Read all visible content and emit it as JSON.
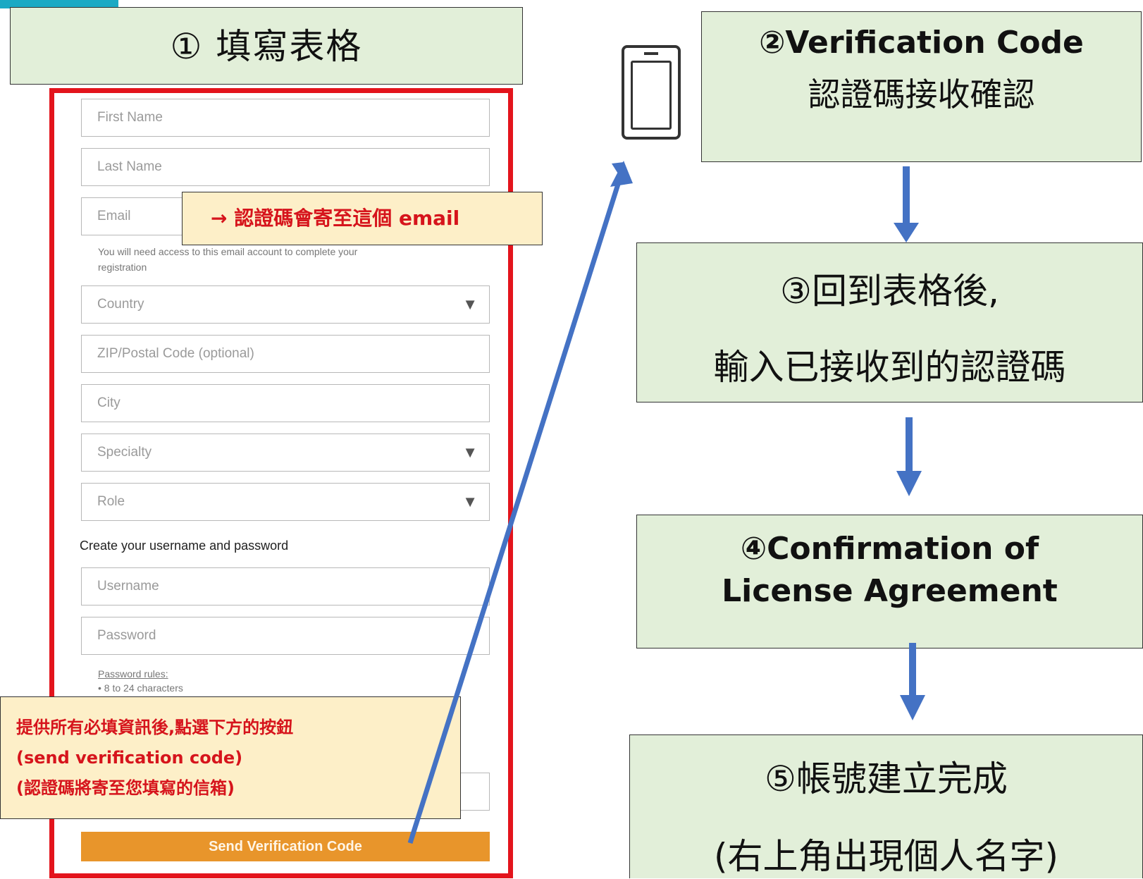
{
  "title": "① 填寫表格",
  "form": {
    "fields": {
      "first_name": "First Name",
      "last_name": "Last Name",
      "email": "Email",
      "email_hint_line1": "You will need access to this email account to complete your",
      "email_hint_line2": "registration",
      "country": "Country",
      "zip": "ZIP/Postal Code (optional)",
      "city": "City",
      "specialty": "Specialty",
      "role": "Role",
      "username": "Username",
      "password": "Password"
    },
    "section_label": "Create your username and password",
    "password_rules_title": "Password rules:",
    "password_rules_item": "• 8 to 24 characters",
    "dropdown_caret": "▼",
    "send_button": "Send Verification Code"
  },
  "callouts": {
    "email": "→   認證碼會寄至這個 email",
    "send_line1": "提供所有必填資訊後,點選下方的按鈕",
    "send_line2": "(send verification code)",
    "send_line3": "(認證碼將寄至您填寫的信箱)"
  },
  "steps": {
    "step2_en": "②Verification Code",
    "step2_zh": "認證碼接收確認",
    "step3_line1": "③回到表格後,",
    "step3_line2": "輸入已接收到的認證碼",
    "step4_line1": "④Confirmation of",
    "step4_line2": "License Agreement",
    "step5_line1": "⑤帳號建立完成",
    "step5_line2": "(右上角出現個人名字)"
  },
  "colors": {
    "step_fill": "#e2efd9",
    "form_border": "#e3141c",
    "callout_fill": "#fdefc8",
    "callout_text": "#d6141c",
    "button": "#e8952b",
    "arrow": "#4472c4",
    "accent": "#1ba9c4"
  },
  "icons": [
    "phone-icon",
    "flow-arrow-icon"
  ]
}
